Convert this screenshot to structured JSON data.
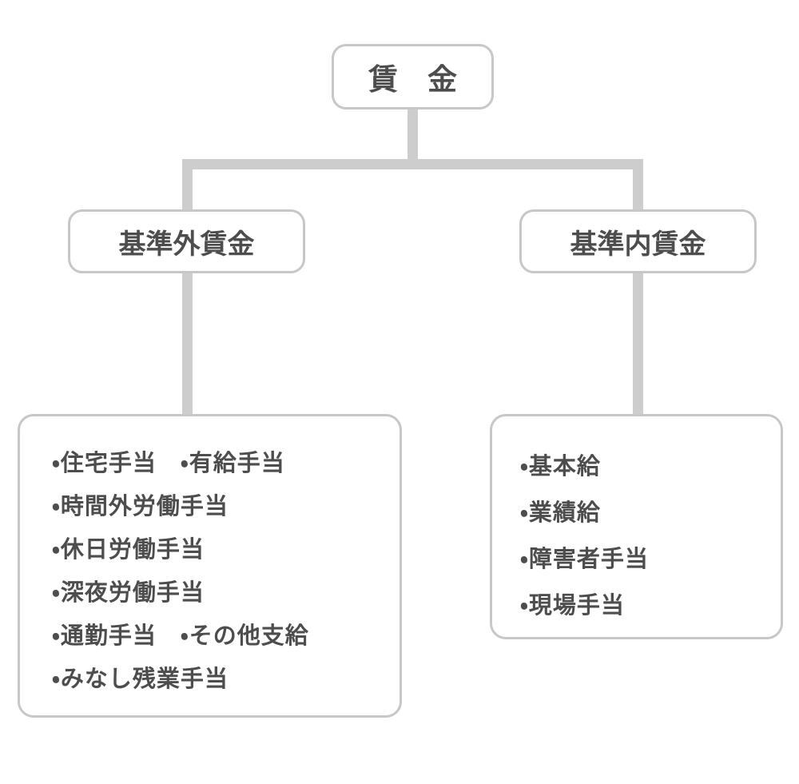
{
  "diagram": {
    "type": "tree",
    "root": {
      "label": "賃　金"
    },
    "branches": [
      {
        "label": "基準外賃金",
        "items": [
          "・住宅手当　・有給手当",
          "・時間外労働手当",
          "・休日労働手当",
          "・深夜労働手当",
          "・通勤手当　・その他支給",
          "・みなし残業手当"
        ]
      },
      {
        "label": "基準内賃金",
        "items": [
          "・基本給",
          "・業績給",
          "・障害者手当",
          "・現場手当"
        ]
      }
    ],
    "colors": {
      "background": "#ffffff",
      "connector": "#cdcdcd",
      "border": "#c7c7c7",
      "text": "#4d4d4d"
    }
  }
}
